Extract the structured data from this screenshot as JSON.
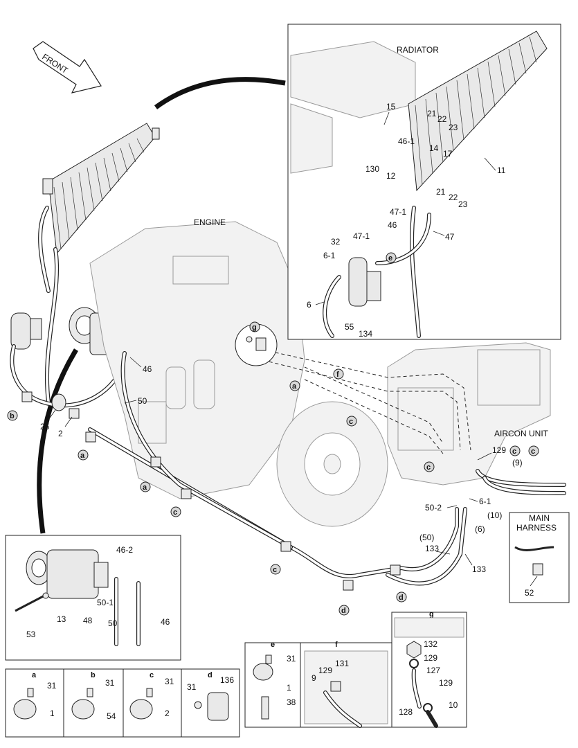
{
  "labels": {
    "front": "FRONT",
    "radiator": "RADIATOR",
    "engine": "ENGINE",
    "aircon_unit": "AIRCON UNIT",
    "main_harness_line1": "MAIN",
    "main_harness_line2": "HARNESS"
  },
  "callouts": {
    "radiator_box": [
      "15",
      "21",
      "22",
      "23",
      "46-1",
      "14",
      "17",
      "130",
      "12",
      "11",
      "21",
      "22",
      "23",
      "47-1",
      "46",
      "47",
      "32",
      "47-1",
      "6-1",
      "6",
      "55",
      "134"
    ],
    "main": [
      "46",
      "50",
      "25",
      "2",
      "129",
      "(9)",
      "6-1",
      "(10)",
      "50-2",
      "(6)",
      "(50)",
      "133",
      "133",
      "52"
    ],
    "compressor_detail": [
      "46-2",
      "50-1",
      "13",
      "48",
      "50",
      "46",
      "53"
    ]
  },
  "detail_letters": {
    "a": "a",
    "b": "b",
    "c": "c",
    "d": "d",
    "e": "e",
    "f": "f",
    "g": "g"
  },
  "details": {
    "a": {
      "title": "a",
      "parts": [
        "31",
        "1"
      ]
    },
    "b": {
      "title": "b",
      "parts": [
        "31",
        "54"
      ]
    },
    "c": {
      "title": "c",
      "parts": [
        "31",
        "2"
      ]
    },
    "d": {
      "title": "d",
      "parts": [
        "31",
        "136"
      ]
    },
    "e": {
      "title": "e",
      "parts": [
        "31",
        "1",
        "38"
      ]
    },
    "f": {
      "title": "f",
      "parts": [
        "9",
        "129",
        "131"
      ]
    },
    "g": {
      "title": "g",
      "parts": [
        "132",
        "129",
        "127",
        "129",
        "128",
        "10"
      ]
    }
  }
}
